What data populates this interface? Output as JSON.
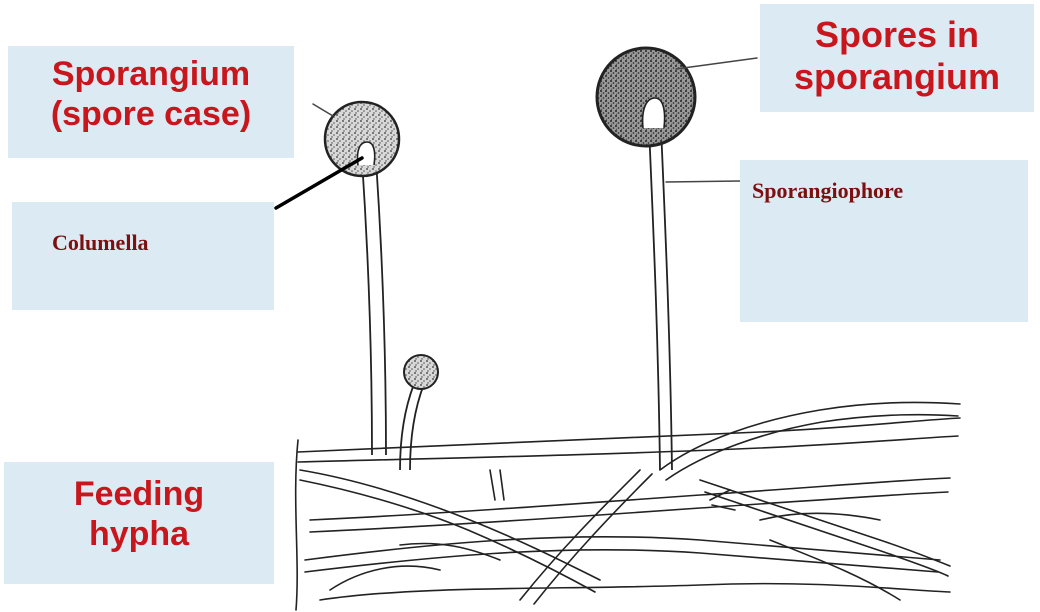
{
  "labels": {
    "sporangium": {
      "line1": "Sporangium",
      "line2": "(spore case)"
    },
    "columella": "Columella",
    "spores": {
      "line1": "Spores in",
      "line2": "sporangium"
    },
    "sporangiophore": "Sporangiophore",
    "feeding_hypha": {
      "line1": "Feeding",
      "line2": "hypha"
    }
  },
  "colors": {
    "label_box": "#dcebf3",
    "label_text_sans": "#c8161d",
    "label_text_serif": "#7a1010",
    "line_art": "#222222"
  }
}
